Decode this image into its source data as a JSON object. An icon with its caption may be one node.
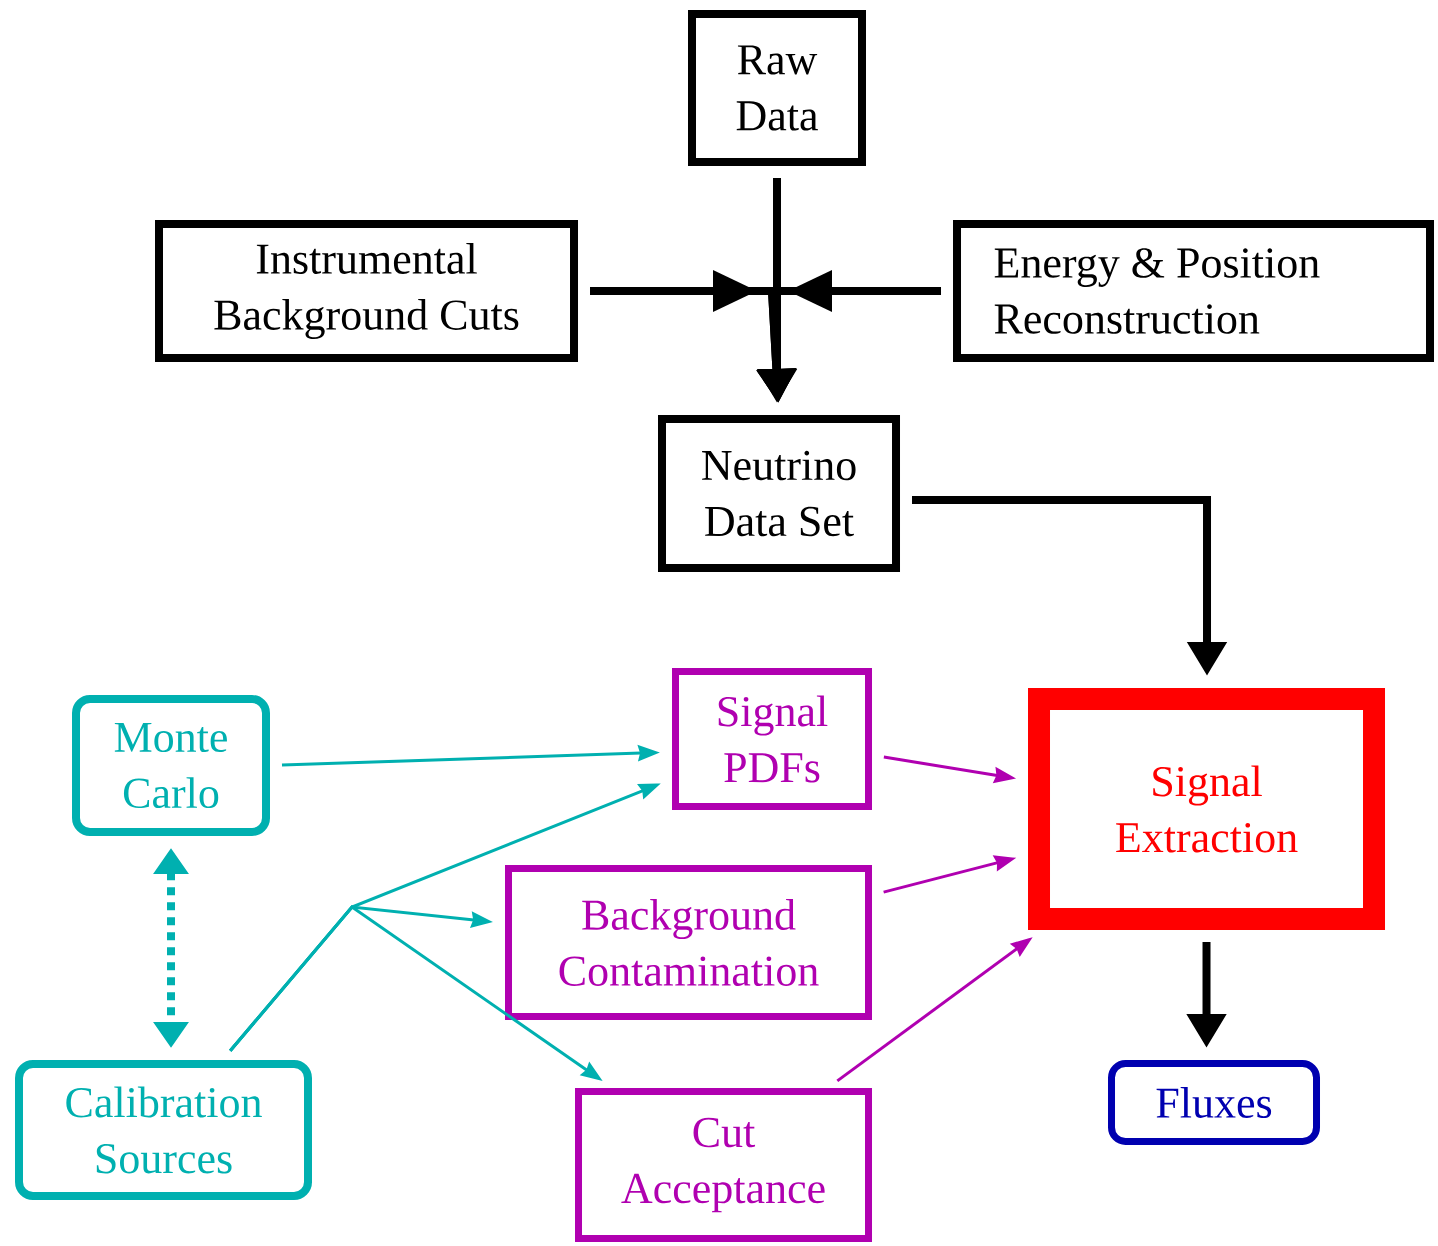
{
  "diagram": {
    "nodes": [
      {
        "text": [
          "Raw Data"
        ]
      },
      {
        "text": [
          "Instrumental Background Cuts"
        ]
      },
      {
        "text": [
          "Energy & Position Reconstruction"
        ]
      },
      {
        "text": [
          "Neutrino Data Set"
        ]
      },
      {
        "text": [
          "Monte Carlo"
        ]
      },
      {
        "text": [
          "Signal PDFs"
        ]
      },
      {
        "text": [
          "Signal Extraction"
        ]
      },
      {
        "text": [
          "Background Contamination"
        ]
      },
      {
        "text": [
          "Calibration Sources"
        ]
      },
      {
        "text": [
          "Cut Acceptance"
        ]
      },
      {
        "text": [
          "Fluxes"
        ]
      }
    ],
    "edges": [
      {
        "from": 0,
        "to": 3,
        "arrow": "to",
        "style": "thick"
      },
      {
        "from": 1,
        "to": 3,
        "arrow": "to",
        "style": "thick"
      },
      {
        "from": 2,
        "to": 3,
        "arrow": "to",
        "style": "thick"
      },
      {
        "from": 3,
        "to": 6,
        "arrow": "to",
        "style": "thick"
      },
      {
        "from": 4,
        "to": 5,
        "arrow": "to",
        "color": "#00b0b0"
      },
      {
        "from": 4,
        "to": 8,
        "arrow": "both",
        "style": "dashed",
        "color": "#00b0b0"
      },
      {
        "from": 8,
        "to": 5,
        "arrow": "to",
        "color": "#00b0b0"
      },
      {
        "from": 8,
        "to": 7,
        "arrow": "to",
        "color": "#00b0b0"
      },
      {
        "from": 8,
        "to": 9,
        "arrow": "to",
        "color": "#00b0b0"
      },
      {
        "from": 5,
        "to": 6,
        "arrow": "to",
        "color": "#b000b0"
      },
      {
        "from": 7,
        "to": 6,
        "arrow": "to",
        "color": "#b000b0"
      },
      {
        "from": 9,
        "to": 6,
        "arrow": "to",
        "color": "#b000b0"
      },
      {
        "from": 6,
        "to": 10,
        "arrow": "to",
        "style": "thick"
      }
    ]
  }
}
